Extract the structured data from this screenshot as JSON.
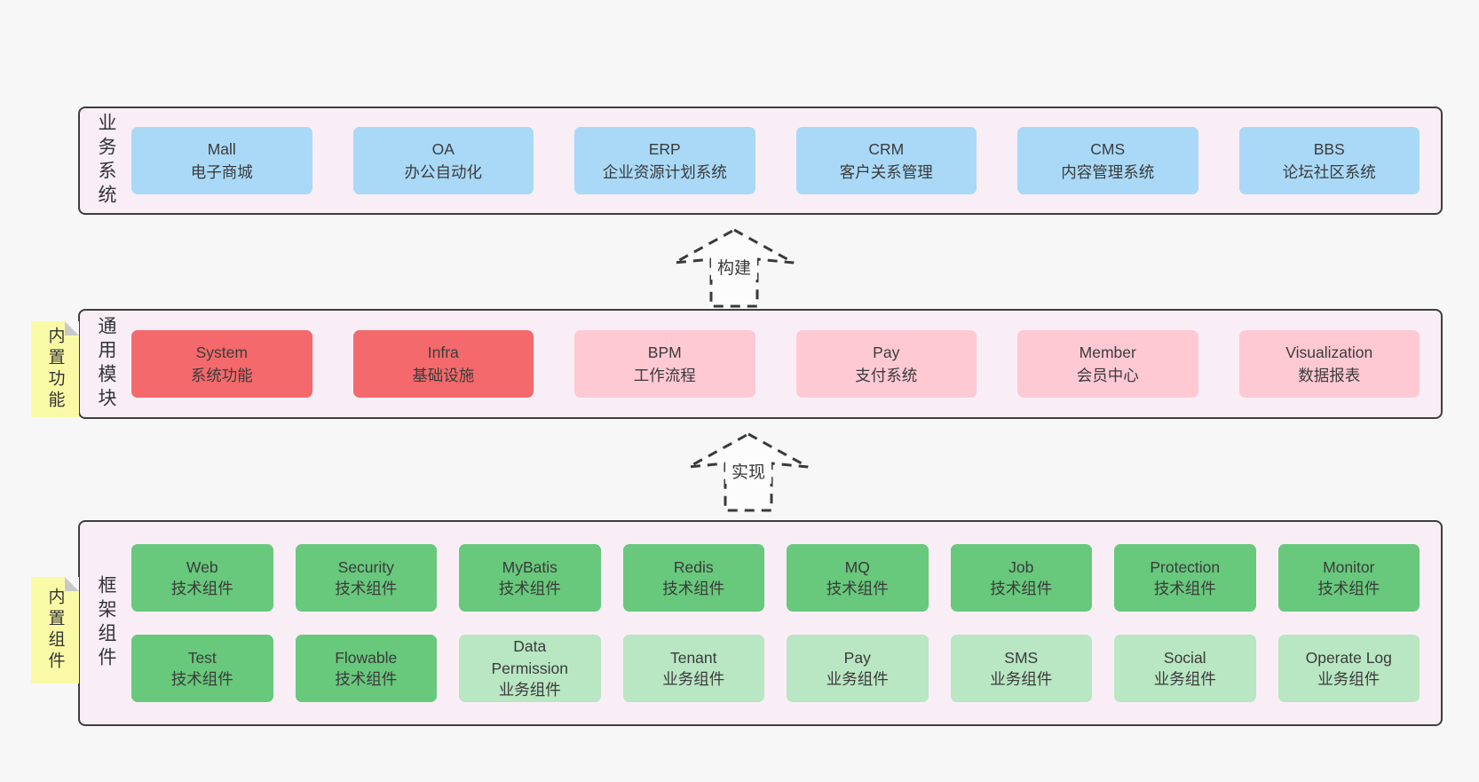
{
  "arrows": [
    {
      "label": "构建"
    },
    {
      "label": "实现"
    }
  ],
  "bands": [
    {
      "label": "业务系统",
      "boxes": [
        {
          "title": "Mall",
          "subtitle": "电子商城",
          "variant": "blue"
        },
        {
          "title": "OA",
          "subtitle": "办公自动化",
          "variant": "blue"
        },
        {
          "title": "ERP",
          "subtitle": "企业资源计划系统",
          "variant": "blue"
        },
        {
          "title": "CRM",
          "subtitle": "客户关系管理",
          "variant": "blue"
        },
        {
          "title": "CMS",
          "subtitle": "内容管理系统",
          "variant": "blue"
        },
        {
          "title": "BBS",
          "subtitle": "论坛社区系统",
          "variant": "blue"
        }
      ]
    },
    {
      "label": "通用模块",
      "sticky": "内置功能",
      "boxes": [
        {
          "title": "System",
          "subtitle": "系统功能",
          "variant": "red"
        },
        {
          "title": "Infra",
          "subtitle": "基础设施",
          "variant": "red"
        },
        {
          "title": "BPM",
          "subtitle": "工作流程",
          "variant": "pink"
        },
        {
          "title": "Pay",
          "subtitle": "支付系统",
          "variant": "pink"
        },
        {
          "title": "Member",
          "subtitle": "会员中心",
          "variant": "pink"
        },
        {
          "title": "Visualization",
          "subtitle": "数据报表",
          "variant": "pink"
        }
      ]
    },
    {
      "label": "框架组件",
      "sticky": "内置组件",
      "row1": [
        {
          "title": "Web",
          "subtitle": "技术组件",
          "variant": "green"
        },
        {
          "title": "Security",
          "subtitle": "技术组件",
          "variant": "green"
        },
        {
          "title": "MyBatis",
          "subtitle": "技术组件",
          "variant": "green"
        },
        {
          "title": "Redis",
          "subtitle": "技术组件",
          "variant": "green"
        },
        {
          "title": "MQ",
          "subtitle": "技术组件",
          "variant": "green"
        },
        {
          "title": "Job",
          "subtitle": "技术组件",
          "variant": "green"
        },
        {
          "title": "Protection",
          "subtitle": "技术组件",
          "variant": "green"
        },
        {
          "title": "Monitor",
          "subtitle": "技术组件",
          "variant": "green"
        }
      ],
      "row2": [
        {
          "title": "Test",
          "subtitle": "技术组件",
          "variant": "green"
        },
        {
          "title": "Flowable",
          "subtitle": "技术组件",
          "variant": "green"
        },
        {
          "title": "Data Permission",
          "subtitle": "业务组件",
          "variant": "lgreen"
        },
        {
          "title": "Tenant",
          "subtitle": "业务组件",
          "variant": "lgreen"
        },
        {
          "title": "Pay",
          "subtitle": "业务组件",
          "variant": "lgreen"
        },
        {
          "title": "SMS",
          "subtitle": "业务组件",
          "variant": "lgreen"
        },
        {
          "title": "Social",
          "subtitle": "业务组件",
          "variant": "lgreen"
        },
        {
          "title": "Operate Log",
          "subtitle": "业务组件",
          "variant": "lgreen"
        }
      ]
    }
  ],
  "colors": {
    "page_bg": "#f7f7f7",
    "band_bg": "#f9eef6",
    "band_border": "#3e3e3e",
    "blue": "#a9d9f7",
    "red": "#f4696b",
    "pink": "#ffc9d3",
    "green": "#68c87c",
    "light_green": "#b9e6c3",
    "sticky_yellow": "#fafaa6",
    "sticky_fold": "#c9c9c9",
    "text": "#3b3b3b"
  }
}
